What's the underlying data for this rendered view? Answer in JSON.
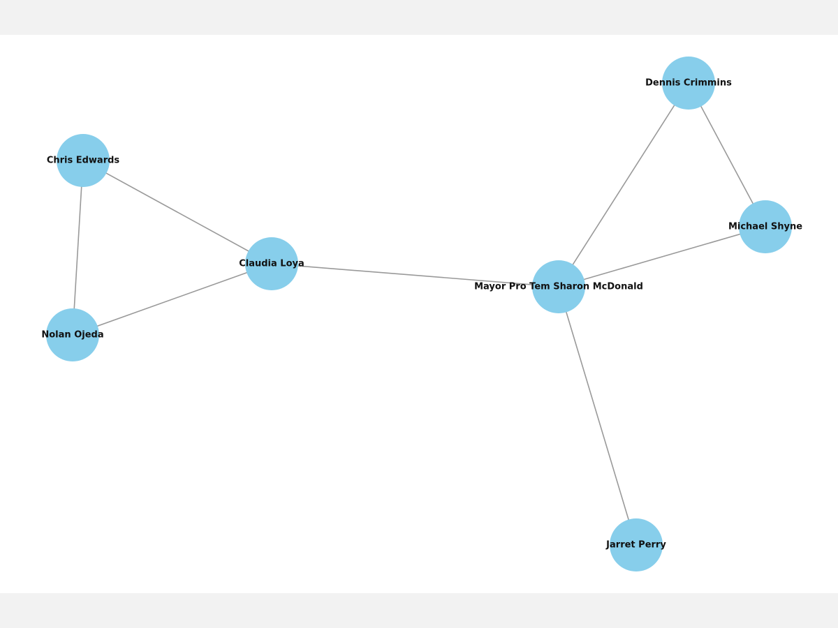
{
  "graph": {
    "node_color": "#87ceeb",
    "edge_color": "#999999",
    "nodes": [
      {
        "id": "chris",
        "label": "Chris Edwards"
      },
      {
        "id": "nolan",
        "label": "Nolan Ojeda"
      },
      {
        "id": "claudia",
        "label": "Claudia Loya"
      },
      {
        "id": "sharon",
        "label": "Mayor Pro Tem Sharon McDonald"
      },
      {
        "id": "dennis",
        "label": "Dennis Crimmins"
      },
      {
        "id": "michael",
        "label": "Michael Shyne"
      },
      {
        "id": "jarret",
        "label": "Jarret Perry"
      }
    ],
    "edges": [
      {
        "source": "chris",
        "target": "claudia"
      },
      {
        "source": "chris",
        "target": "nolan"
      },
      {
        "source": "nolan",
        "target": "claudia"
      },
      {
        "source": "claudia",
        "target": "sharon"
      },
      {
        "source": "sharon",
        "target": "dennis"
      },
      {
        "source": "sharon",
        "target": "michael"
      },
      {
        "source": "sharon",
        "target": "jarret"
      },
      {
        "source": "dennis",
        "target": "michael"
      }
    ]
  }
}
